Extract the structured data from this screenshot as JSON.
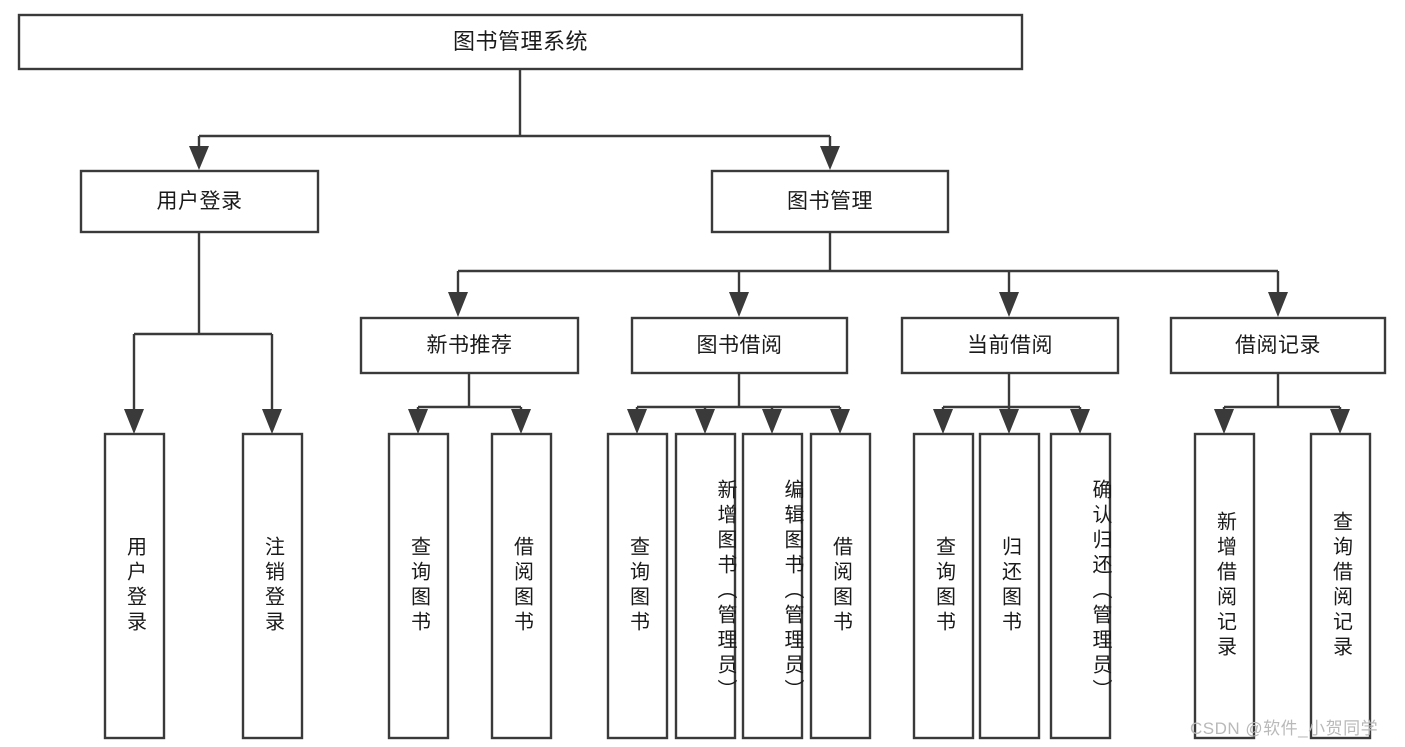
{
  "diagram": {
    "type": "tree-hierarchy-flowchart",
    "root": {
      "id": "root",
      "label": "图书管理系统"
    },
    "level2": [
      {
        "id": "user-login",
        "label": "用户登录"
      },
      {
        "id": "book-management",
        "label": "图书管理"
      }
    ],
    "level3": [
      {
        "id": "new-book-recommend",
        "label": "新书推荐",
        "parent": "book-management"
      },
      {
        "id": "book-borrow",
        "label": "图书借阅",
        "parent": "book-management"
      },
      {
        "id": "current-borrow",
        "label": "当前借阅",
        "parent": "book-management"
      },
      {
        "id": "borrow-record",
        "label": "借阅记录",
        "parent": "book-management"
      }
    ],
    "leaves": {
      "user-login": [
        {
          "id": "leaf-user-login",
          "label": "用户登录"
        },
        {
          "id": "leaf-logout-login",
          "label": "注销登录"
        }
      ],
      "new-book-recommend": [
        {
          "id": "leaf-query-book-1",
          "label": "查询图书"
        },
        {
          "id": "leaf-borrow-book-1",
          "label": "借阅图书"
        }
      ],
      "book-borrow": [
        {
          "id": "leaf-query-book-2",
          "label": "查询图书"
        },
        {
          "id": "leaf-add-book",
          "label": "新增图书（管理员）"
        },
        {
          "id": "leaf-edit-book",
          "label": "编辑图书（管理员）"
        },
        {
          "id": "leaf-borrow-book-2",
          "label": "借阅图书"
        }
      ],
      "current-borrow": [
        {
          "id": "leaf-query-book-3",
          "label": "查询图书"
        },
        {
          "id": "leaf-return-book",
          "label": "归还图书"
        },
        {
          "id": "leaf-confirm-return",
          "label": "确认归还（管理员）"
        }
      ],
      "borrow-record": [
        {
          "id": "leaf-add-record",
          "label": "新增借阅记录"
        },
        {
          "id": "leaf-query-record",
          "label": "查询借阅记录"
        }
      ]
    },
    "colors": {
      "stroke": "#3a3a3a",
      "fill": "#ffffff",
      "text": "#1a1a1a",
      "watermark": "#b9b9b9",
      "background": "#ffffff"
    }
  },
  "watermark": {
    "text": "CSDN @软件_小贺同学"
  }
}
